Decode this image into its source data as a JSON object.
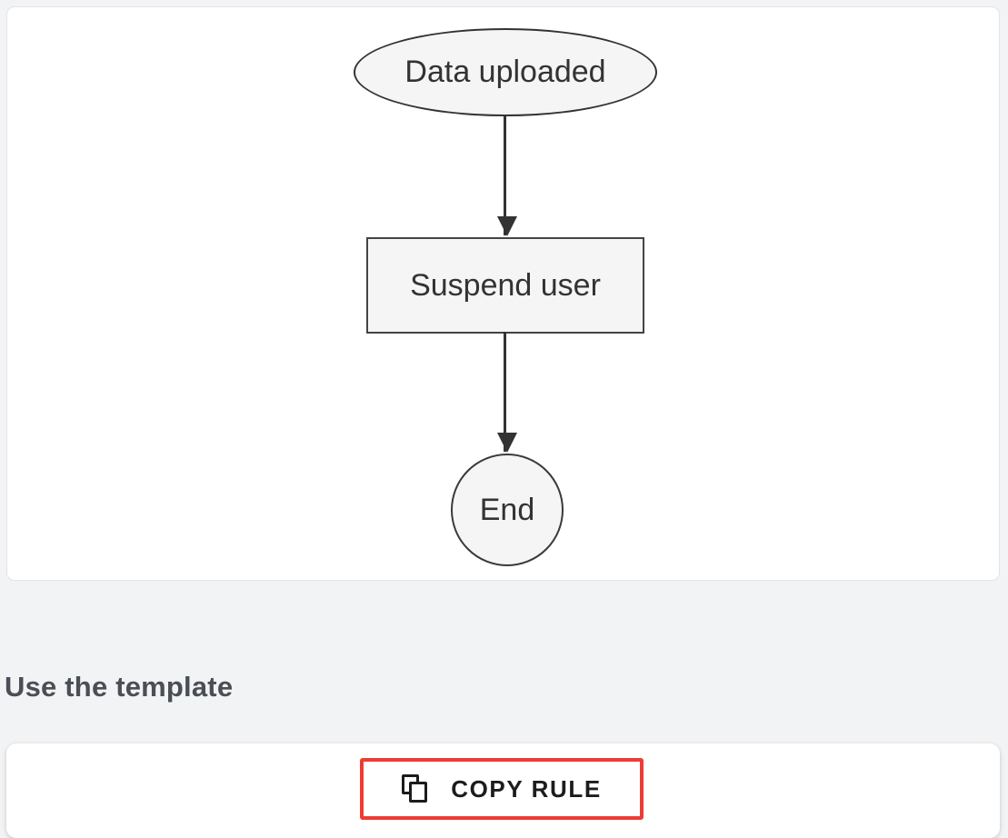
{
  "background_color": "#f2f3f5",
  "diagram": {
    "type": "flowchart",
    "orientation": "top-to-bottom",
    "nodes": [
      {
        "id": "start",
        "label": "Data uploaded",
        "shape": "ellipse"
      },
      {
        "id": "process",
        "label": "Suspend user",
        "shape": "rectangle"
      },
      {
        "id": "end",
        "label": "End",
        "shape": "circle"
      }
    ],
    "edges": [
      {
        "from": "start",
        "to": "process",
        "arrow": "down-arrow"
      },
      {
        "from": "process",
        "to": "end",
        "arrow": "down-arrow"
      }
    ],
    "node_fill": "#f5f5f5",
    "node_stroke": "#333333",
    "text_color": "#333333"
  },
  "section": {
    "heading": "Use the template"
  },
  "action": {
    "copy_rule_label": "COPY RULE",
    "copy_icon_name": "copy-icon",
    "highlight_color": "#ee3b33"
  }
}
